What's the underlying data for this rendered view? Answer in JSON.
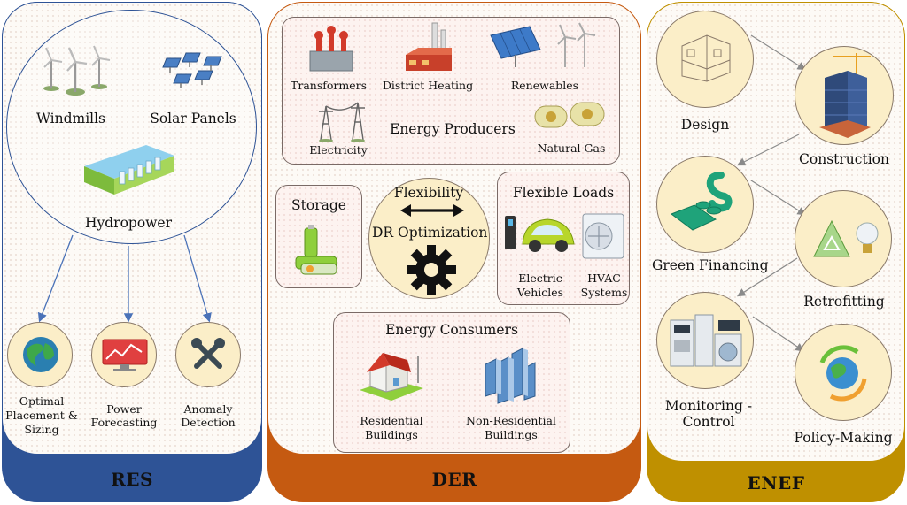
{
  "colors": {
    "res_footer": "#2e5396",
    "der_footer": "#c55a11",
    "enef_footer": "#bf9000",
    "circle_fill": "#fbeec8",
    "arrow": "#4a72b8"
  },
  "res": {
    "footer": "RES",
    "windmills": "Windmills",
    "solar_panels": "Solar Panels",
    "hydropower": "Hydropower",
    "placement_line1": "Optimal",
    "placement_line2": "Placement &",
    "placement_line3": "Sizing",
    "forecasting_line1": "Power",
    "forecasting_line2": "Forecasting",
    "anomaly_line1": "Anomaly",
    "anomaly_line2": "Detection",
    "icons": [
      "windmill-icon",
      "solar-panel-icon",
      "hydropower-dam-icon",
      "globe-icon",
      "forecast-monitor-icon",
      "tools-icon"
    ]
  },
  "der": {
    "footer": "DER",
    "producers": {
      "title": "Energy Producers",
      "transformers": "Transformers",
      "district_heating": "District Heating",
      "renewables": "Renewables",
      "electricity": "Electricity",
      "natural_gas": "Natural Gas"
    },
    "storage": "Storage",
    "flexibility": "Flexibility",
    "dr_optimization": "DR Optimization",
    "flexible_loads": {
      "title": "Flexible Loads",
      "ev_line1": "Electric",
      "ev_line2": "Vehicles",
      "hvac_line1": "HVAC",
      "hvac_line2": "Systems"
    },
    "consumers": {
      "title": "Energy Consumers",
      "res_line1": "Residential",
      "res_line2": "Buildings",
      "nonres_line1": "Non-Residential",
      "nonres_line2": "Buildings"
    }
  },
  "enef": {
    "footer": "ENEF",
    "design": "Design",
    "construction": "Construction",
    "green_financing": "Green Financing",
    "retrofitting": "Retrofitting",
    "monitoring_line1": "Monitoring -",
    "monitoring_line2": "Control",
    "policy_making": "Policy-Making"
  }
}
